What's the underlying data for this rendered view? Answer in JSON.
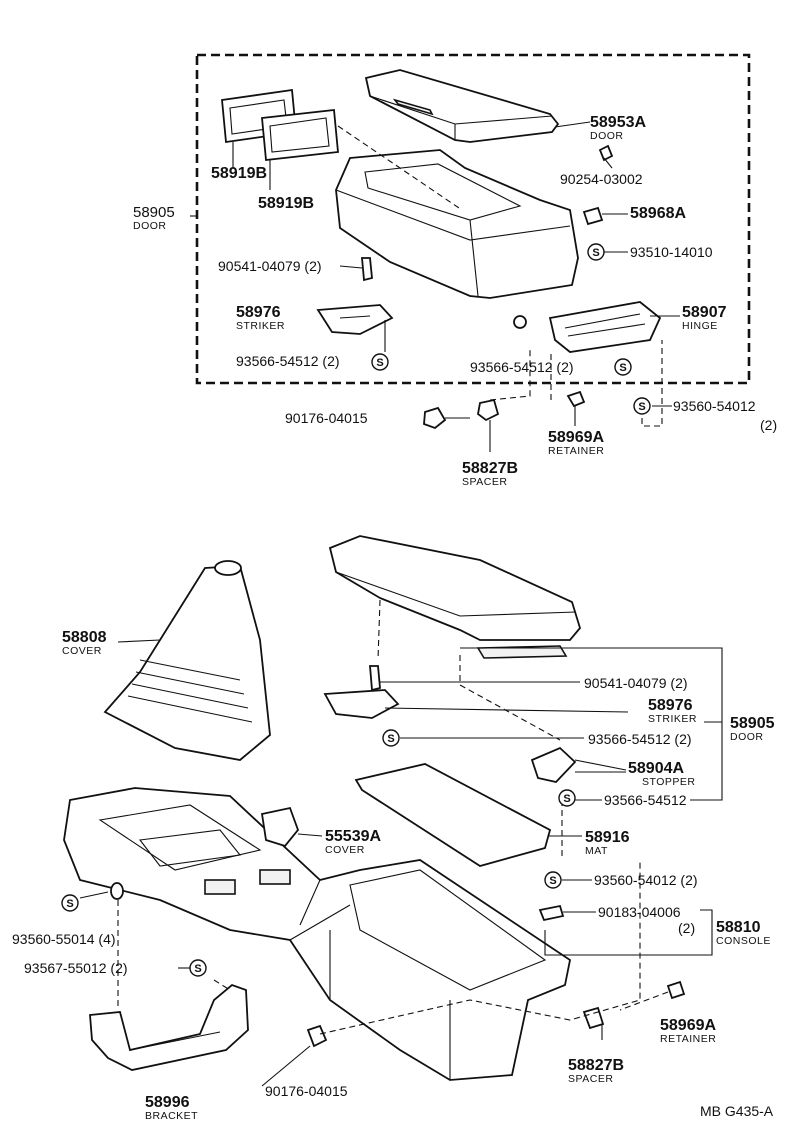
{
  "screw_symbol": "S",
  "callouts": {
    "p58953A": {
      "num": "58953A",
      "name": "DOOR"
    },
    "p90254": {
      "num": "90254-03002"
    },
    "p58919B_a": {
      "num": "58919B"
    },
    "p58919B_b": {
      "num": "58919B"
    },
    "p58905_top": {
      "num": "58905",
      "name": "DOOR"
    },
    "p58968A": {
      "num": "58968A"
    },
    "p93510": {
      "num": "93510-14010"
    },
    "p90541_top": {
      "num": "90541-04079 (2)"
    },
    "p58976_top": {
      "num": "58976",
      "name": "STRIKER"
    },
    "p58907": {
      "num": "58907",
      "name": "HINGE"
    },
    "p93566_top_l": {
      "num": "93566-54512 (2)"
    },
    "p93566_top_r": {
      "num": "93566-54512 (2)"
    },
    "p90176_top": {
      "num": "90176-04015"
    },
    "p93560_top": {
      "num": "93560-54012",
      "qty": "(2)"
    },
    "p58969A_top": {
      "num": "58969A",
      "name": "RETAINER"
    },
    "p58827B_top": {
      "num": "58827B",
      "name": "SPACER"
    },
    "p58808": {
      "num": "58808",
      "name": "COVER"
    },
    "p90541_bot": {
      "num": "90541-04079 (2)"
    },
    "p58976_bot": {
      "num": "58976",
      "name": "STRIKER"
    },
    "p58905_bot": {
      "num": "58905",
      "name": "DOOR"
    },
    "p93566_bot_a": {
      "num": "93566-54512 (2)"
    },
    "p58904A": {
      "num": "58904A",
      "name": "STOPPER"
    },
    "p93566_bot_b": {
      "num": "93566-54512"
    },
    "p55539A": {
      "num": "55539A",
      "name": "COVER"
    },
    "p58916": {
      "num": "58916",
      "name": "MAT"
    },
    "p93560_bot": {
      "num": "93560-54012 (2)"
    },
    "p90183": {
      "num": "90183-04006",
      "qty": "(2)"
    },
    "p58810": {
      "num": "58810",
      "name": "CONSOLE"
    },
    "p93560_55014": {
      "num": "93560-55014 (4)"
    },
    "p93567": {
      "num": "93567-55012 (2)"
    },
    "p58969A_bot": {
      "num": "58969A",
      "name": "RETAINER"
    },
    "p58827B_bot": {
      "num": "58827B",
      "name": "SPACER"
    },
    "p90176_bot": {
      "num": "90176-04015"
    },
    "p58996": {
      "num": "58996",
      "name": "BRACKET"
    }
  },
  "footer": {
    "code": "MB  G435-A"
  }
}
